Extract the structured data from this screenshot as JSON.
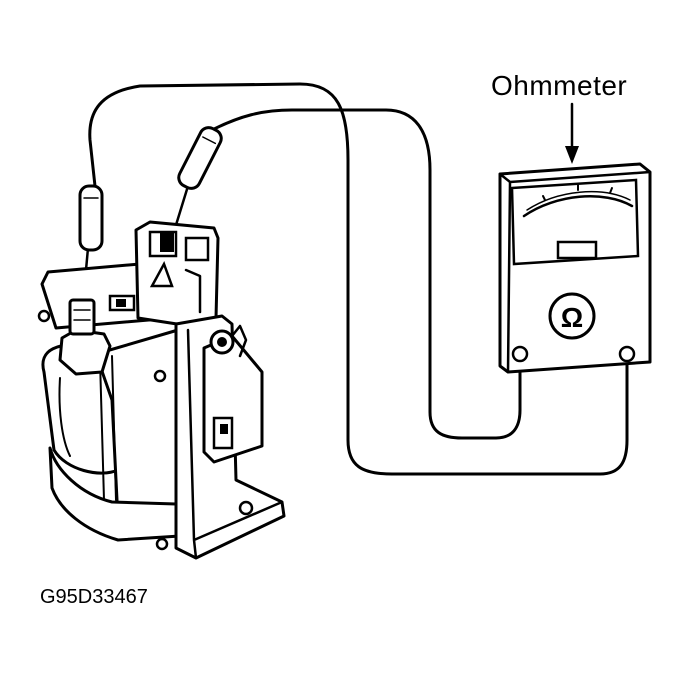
{
  "diagram": {
    "meter_label": "Ohmmeter",
    "meter_symbol": "Ω",
    "figure_code": "G95D33467"
  },
  "icons": {
    "arrow": "down-arrow-icon"
  },
  "colors": {
    "ink": "#000000",
    "paper": "#ffffff"
  }
}
